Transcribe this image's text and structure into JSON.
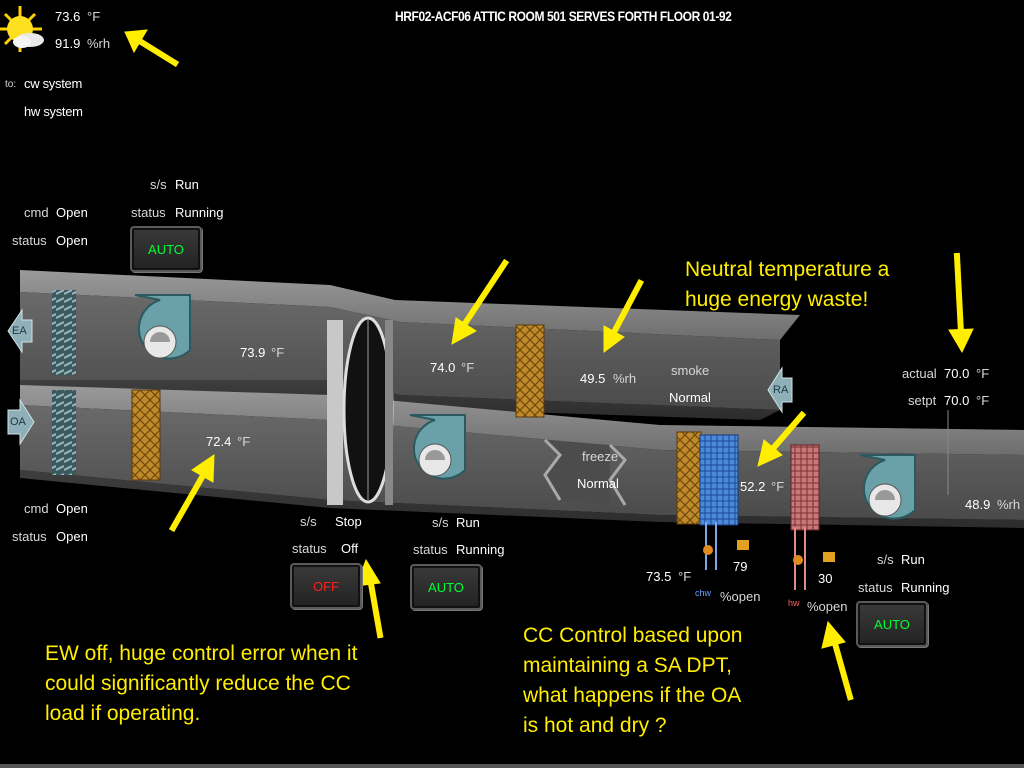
{
  "header": {
    "title": "HRF02-ACF06 ATTIC ROOM 501 SERVES FORTH FLOOR 01-92",
    "weather_icon": "sun-cloud-icon",
    "outdoor_temp": "73.6",
    "outdoor_temp_unit": "°F",
    "outdoor_rh": "91.9",
    "outdoor_rh_unit": "%rh",
    "to_label": "to:",
    "links": [
      "cw system",
      "hw system"
    ]
  },
  "exhaust_damper": {
    "cmd_label": "cmd",
    "cmd_value": "Open",
    "status_label": "status",
    "status_value": "Open"
  },
  "return_fan": {
    "ss_label": "s/s",
    "ss_value": "Run",
    "status_label": "status",
    "status_value": "Running",
    "mode": "AUTO"
  },
  "outside_damper": {
    "cmd_label": "cmd",
    "cmd_value": "Open",
    "status_label": "status",
    "status_value": "Open"
  },
  "energy_wheel": {
    "ss_label": "s/s",
    "ss_value": "Stop",
    "status_label": "status",
    "status_value": "Off",
    "mode": "OFF"
  },
  "supply_fan_1": {
    "ss_label": "s/s",
    "ss_value": "Run",
    "status_label": "status",
    "status_value": "Running",
    "mode": "AUTO"
  },
  "supply_fan_2": {
    "ss_label": "s/s",
    "ss_value": "Run",
    "status_label": "status",
    "status_value": "Running",
    "mode": "AUTO"
  },
  "ducts": {
    "ea_label": "EA",
    "oa_label": "OA",
    "ra_label": "RA",
    "exhaust_temp": "73.9",
    "exhaust_temp_unit": "°F",
    "oa_temp": "72.4",
    "oa_temp_unit": "°F",
    "return_temp": "74.0",
    "return_temp_unit": "°F",
    "return_rh": "49.5",
    "return_rh_unit": "%rh",
    "smoke_label": "smoke",
    "smoke_value": "Normal",
    "freeze_label": "freeze",
    "freeze_value": "Normal",
    "mixed_temp": "73.5",
    "mixed_temp_unit": "°F",
    "cc_leaving_temp": "52.2",
    "cc_leaving_temp_unit": "°F",
    "supply_rh": "48.9",
    "supply_rh_unit": "%rh"
  },
  "valves": {
    "chw_label": "chw",
    "chw_open": "79",
    "chw_unit": "%open",
    "hw_label": "hw",
    "hw_open": "30",
    "hw_unit": "%open"
  },
  "space": {
    "actual_label": "actual",
    "actual_value": "70.0",
    "actual_unit": "°F",
    "setpt_label": "setpt",
    "setpt_value": "70.0",
    "setpt_unit": "°F"
  },
  "annotations": {
    "neutral": [
      "Neutral temperature a",
      "huge energy waste!"
    ],
    "ew_off": [
      "EW off, huge control error when it",
      "could significantly reduce the CC",
      "load if operating."
    ],
    "cc_control": [
      "CC Control based upon",
      "maintaining a SA DPT,",
      "what happens if the OA",
      "is hot and dry ?"
    ]
  },
  "colors": {
    "annotation_arrow": "#ffee00",
    "auto_text": "#00ff33",
    "off_text": "#ff2020",
    "chw_coil": "#4a8ad8",
    "hw_coil": "#c86868",
    "filter": "#c08a2a"
  }
}
